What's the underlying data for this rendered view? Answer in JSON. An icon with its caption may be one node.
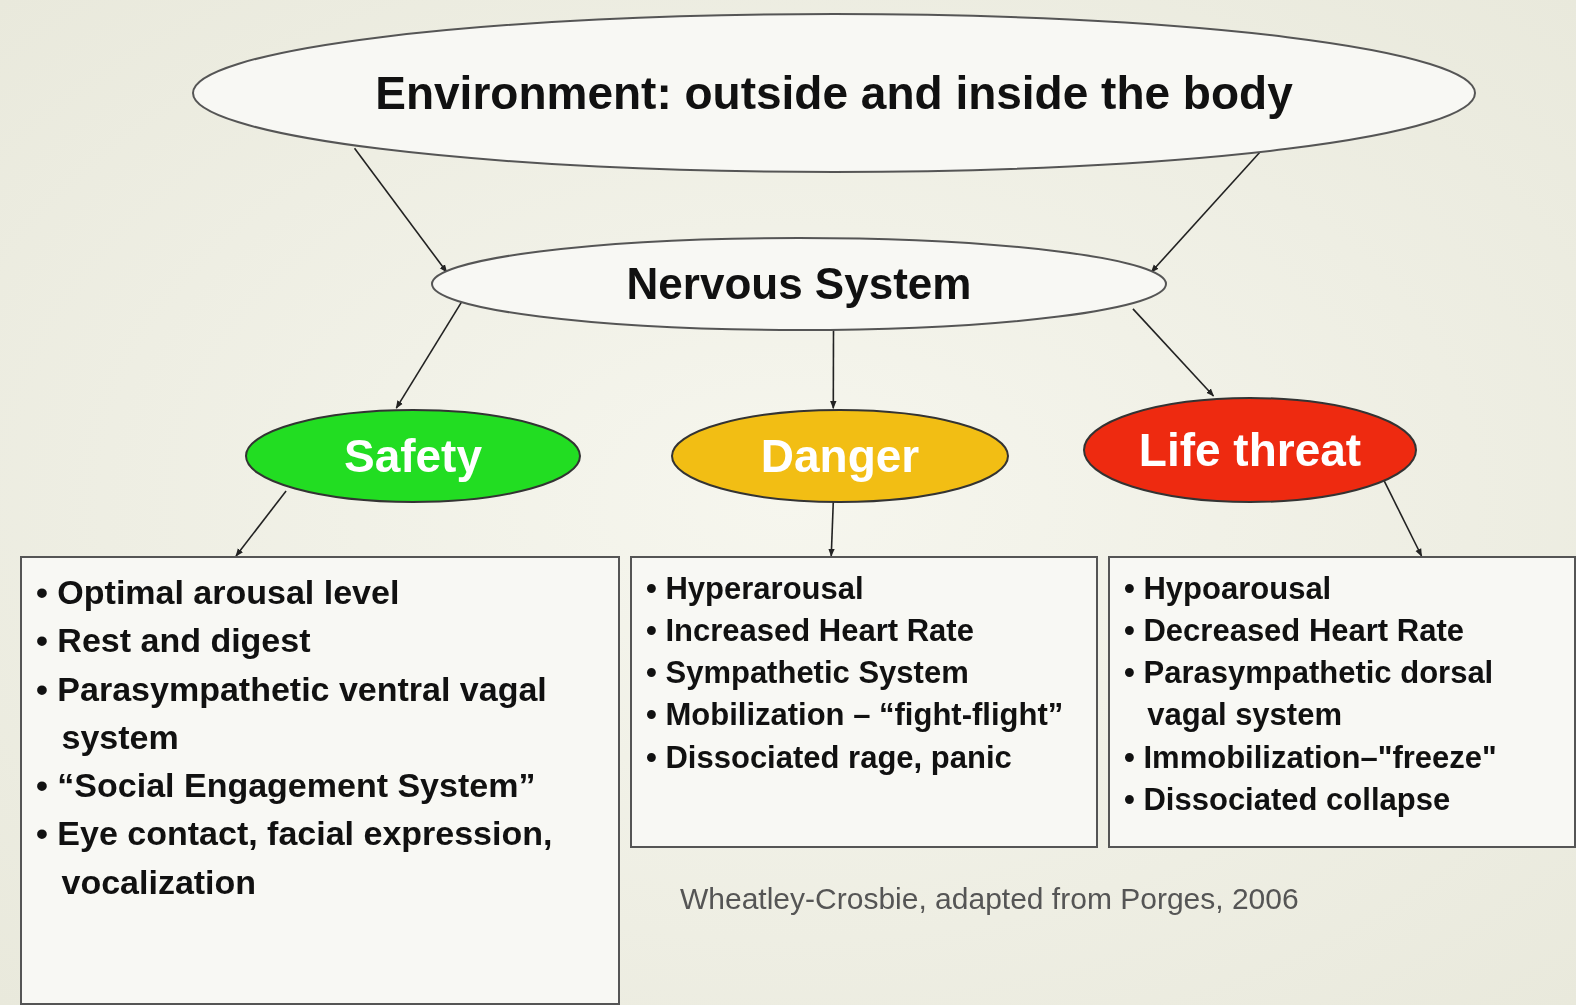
{
  "diagram": {
    "nodes": [
      {
        "text": [
          "Environment: outside and inside the body"
        ]
      },
      {
        "text": [
          "Nervous System"
        ]
      },
      {
        "text": [
          "Safety"
        ]
      },
      {
        "text": [
          "Danger"
        ]
      },
      {
        "text": [
          "Life threat"
        ]
      },
      {
        "text": [
          "• Optimal arousal level",
          "• Rest and digest",
          "• Parasympathetic ventral vagal system",
          "• “Social Engagement System”",
          "• Eye contact, facial expression, vocalization"
        ]
      },
      {
        "text": [
          "• Hyperarousal",
          "• Increased Heart Rate",
          "• Sympathetic System",
          "• Mobilization – “fight-flight”",
          "• Dissociated rage, panic"
        ]
      },
      {
        "text": [
          "• Hypoarousal",
          "• Decreased Heart Rate",
          "• Parasympathetic dorsal vagal system",
          "• Immobilization–\"freeze\"",
          "• Dissociated collapse"
        ]
      }
    ],
    "edges": [
      {
        "from": 0,
        "to": 1,
        "arrow": "to"
      },
      {
        "from": 0,
        "to": 1,
        "arrow": "to"
      },
      {
        "from": 1,
        "to": 2,
        "arrow": "to"
      },
      {
        "from": 1,
        "to": 3,
        "arrow": "to"
      },
      {
        "from": 1,
        "to": 4,
        "arrow": "to"
      },
      {
        "from": 2,
        "to": 5,
        "arrow": "to"
      },
      {
        "from": 3,
        "to": 6,
        "arrow": "to"
      },
      {
        "from": 4,
        "to": 7,
        "arrow": "to"
      }
    ],
    "labels": [
      "Wheatley-Crosbie, adapted from Porges, 2006"
    ]
  }
}
